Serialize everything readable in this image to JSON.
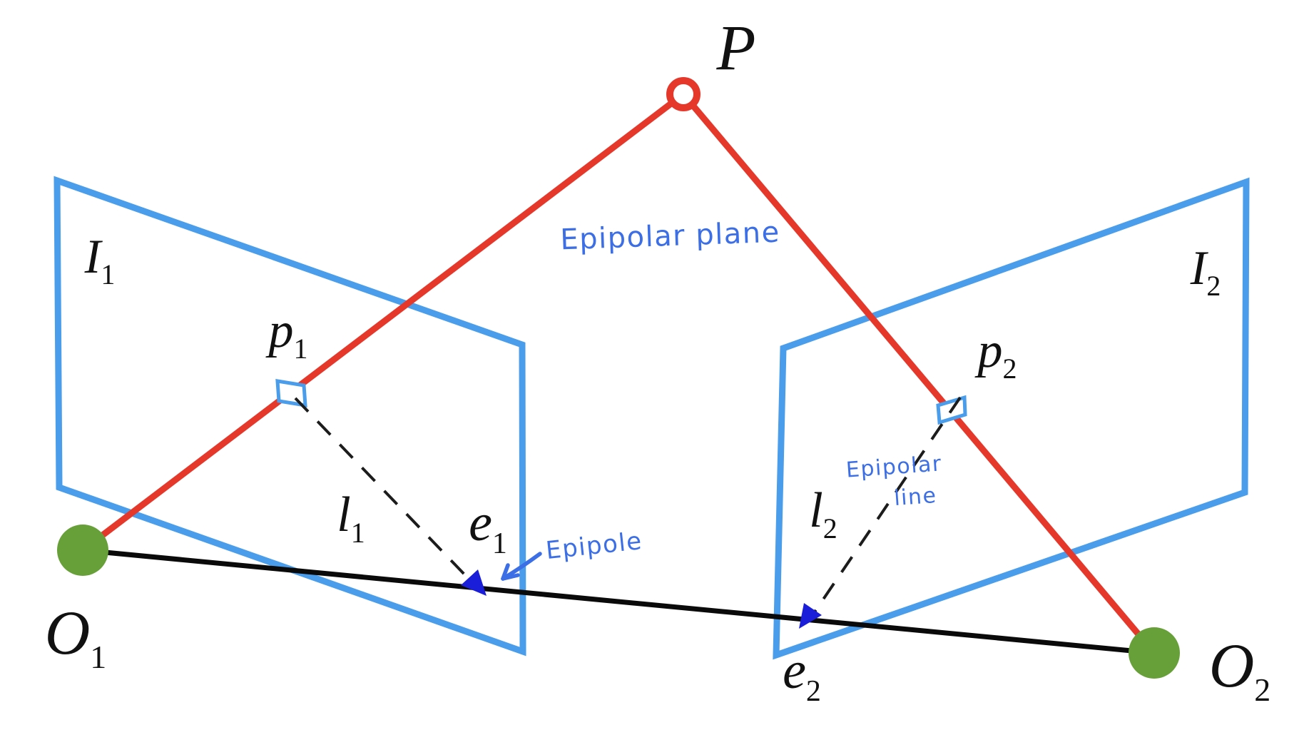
{
  "labels": {
    "P": {
      "main": "P",
      "sub": ""
    },
    "I1": {
      "main": "I",
      "sub": "1"
    },
    "p1": {
      "main": "p",
      "sub": "1"
    },
    "l1": {
      "main": "l",
      "sub": "1"
    },
    "e1": {
      "main": "e",
      "sub": "1"
    },
    "O1": {
      "main": "O",
      "sub": "1"
    },
    "I2": {
      "main": "I",
      "sub": "2"
    },
    "p2": {
      "main": "p",
      "sub": "2"
    },
    "l2": {
      "main": "l",
      "sub": "2"
    },
    "e2": {
      "main": "e",
      "sub": "2"
    },
    "O2": {
      "main": "O",
      "sub": "2"
    }
  },
  "annotations": {
    "epipolar_plane": "Epipolar plane",
    "epipole": "Epipole",
    "epipolar_line_word1": "Epipolar",
    "epipolar_line_word2": "line"
  },
  "colors": {
    "plane_blue": "#4A9DEB",
    "ray_red": "#E6372B",
    "camera_green": "#67A038",
    "baseline_black": "#0A0A0A",
    "dashed_black": "#1C1C1C",
    "epipole_arrow_blue": "#1B1ED8",
    "handwriting_blue": "#3C6FE6",
    "label_black": "#111111",
    "background": "#FFFFFF"
  }
}
